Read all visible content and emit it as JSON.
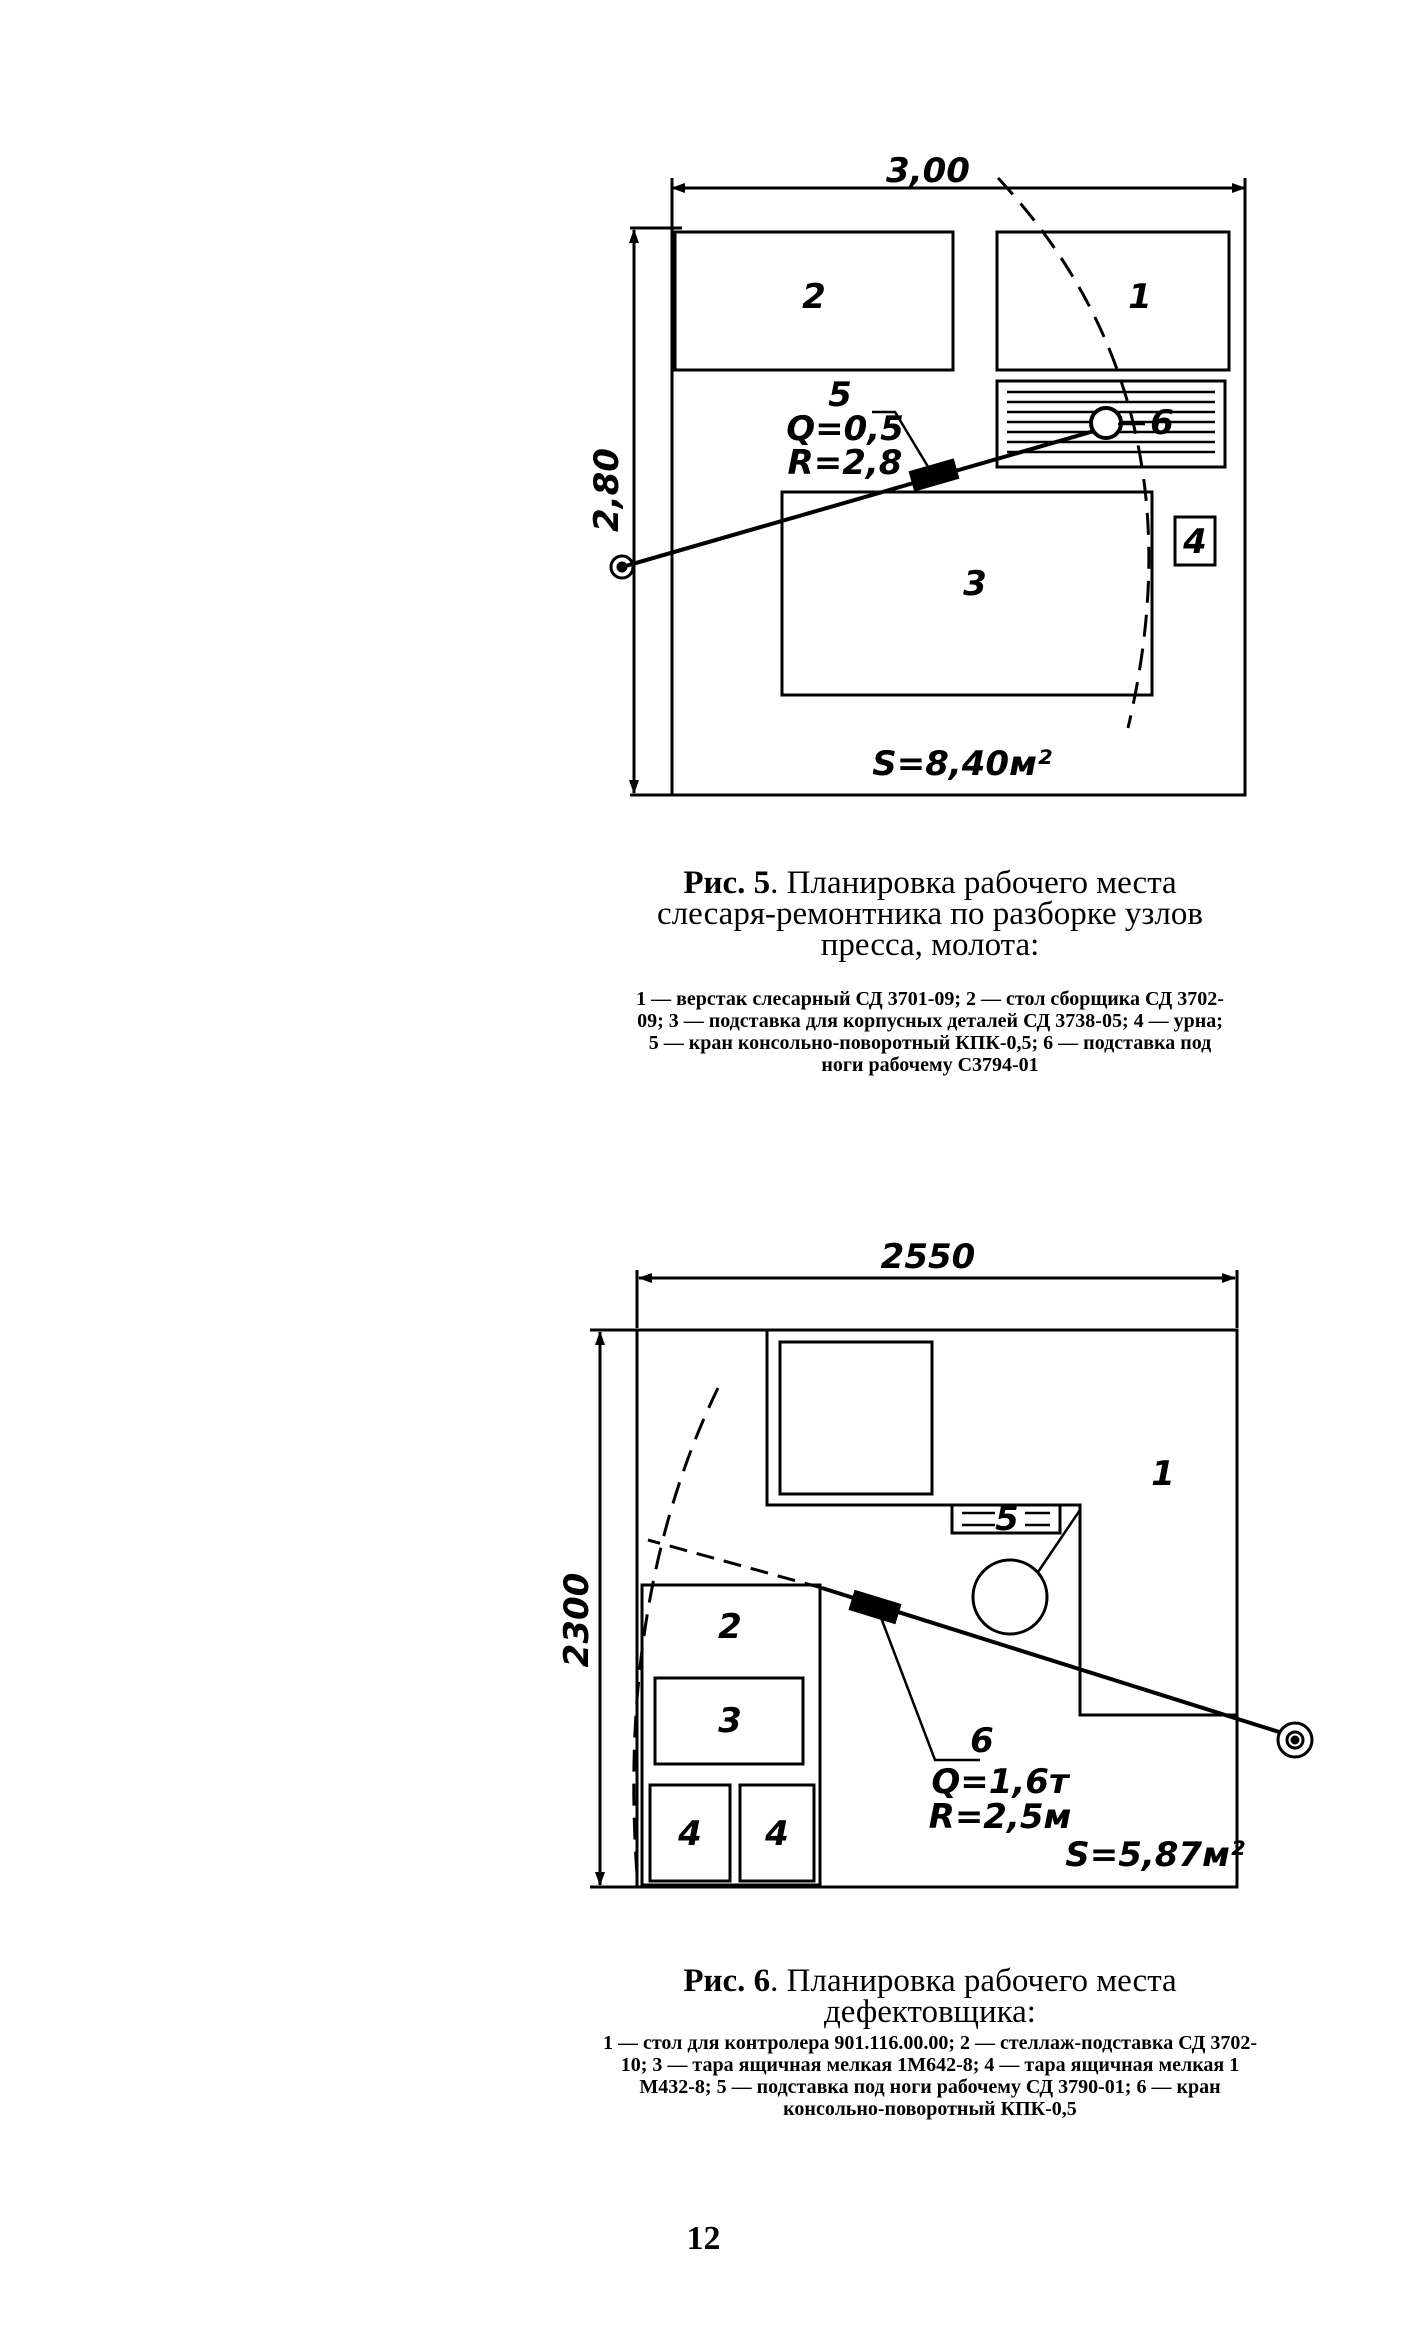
{
  "fig5": {
    "dim_width": "3,00",
    "dim_height": "2,80",
    "item1": "1",
    "item2": "2",
    "item3": "3",
    "item4": "4",
    "item5": "5",
    "item6": "6",
    "crane_q": "Q=0,5",
    "crane_r": "R=2,8",
    "area": "S=8,40м²",
    "caption_prefix": "Рис. 5",
    "caption_title": ". Планировка рабочего места слесаря-ремонтника по разборке узлов пресса, молота:",
    "legend": "1 — верстак слесарный СД 3701-09; 2 — стол сборщика СД 3702-09; 3 — подставка для корпусных деталей СД 3738-05; 4 — урна; 5 — кран консольно-поворотный КПК-0,5; 6 — подставка под ноги рабочему С3794-01"
  },
  "fig6": {
    "dim_width": "2550",
    "dim_height": "2300",
    "item1": "1",
    "item2": "2",
    "item3": "3",
    "item4a": "4",
    "item4b": "4",
    "item5": "5",
    "item6": "6",
    "crane_q": "Q=1,6т",
    "crane_r": "R=2,5м",
    "area": "S=5,87м²",
    "caption_prefix": "Рис. 6",
    "caption_title": ". Планировка рабочего места дефектовщика:",
    "legend": "1 — стол для контролера 901.116.00.00; 2 — стеллаж-подставка СД 3702-10; 3 — тара ящичная мелкая 1М642-8; 4 — тара ящичная мелкая 1 М432-8; 5 — подставка под ноги рабочему СД 3790-01; 6 — кран консольно-поворотный КПК-0,5"
  },
  "page_number": "12"
}
